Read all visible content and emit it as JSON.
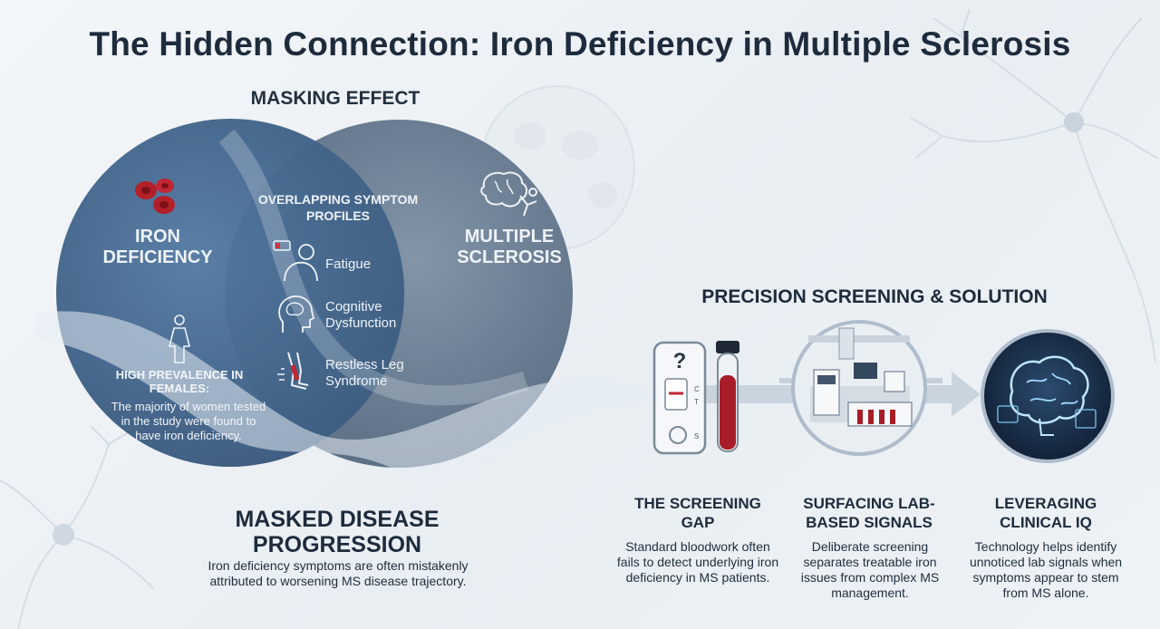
{
  "title": "The Hidden Connection: Iron Deficiency in Multiple Sclerosis",
  "venn": {
    "section_label": "MASKING EFFECT",
    "left_circle_label": "IRON DEFICIENCY",
    "right_circle_label": "MULTIPLE SCLEROSIS",
    "overlap_title": "OVERLAPPING SYMPTOM PROFILES",
    "symptoms": [
      {
        "label": "Fatigue",
        "icon": "low-battery-fatigue-icon"
      },
      {
        "label": "Cognitive Dysfunction",
        "icon": "head-brain-icon"
      },
      {
        "label": "Restless Leg Syndrome",
        "icon": "restless-leg-icon"
      }
    ],
    "left_icon": "red-blood-cells-icon",
    "right_icon": "brain-neuron-icon",
    "female_icon": "female-figure-icon",
    "female_title": "HIGH PREVALENCE IN FEMALES:",
    "female_desc": "The majority of women tested in the study were found to have iron deficiency.",
    "colors": {
      "left_circle": "#3c5f86",
      "right_circle": "#6f8296",
      "blood_red": "#b3202a"
    }
  },
  "masked": {
    "title": "MASKED DISEASE PROGRESSION",
    "desc": "Iron deficiency symptoms are often mistakenly attributed to worsening MS disease trajectory."
  },
  "precision": {
    "section_label": "PRECISION SCREENING & SOLUTION",
    "test_marks": {
      "c": "C",
      "t": "T",
      "s": "S",
      "q": "?"
    },
    "steps": [
      {
        "title": "THE SCREENING GAP",
        "desc": "Standard bloodwork often fails to detect underlying iron deficiency in MS patients.",
        "icon": "test-kit-and-blood-tube-icon"
      },
      {
        "title": "SURFACING LAB-BASED SIGNALS",
        "desc": "Deliberate screening separates treatable iron issues from complex MS management.",
        "icon": "lab-scene-icon"
      },
      {
        "title": "LEVERAGING CLINICAL IQ",
        "desc": "Technology helps identify unnoticed lab signals when symptoms appear to stem from MS alone.",
        "icon": "digital-brain-icon"
      }
    ]
  }
}
